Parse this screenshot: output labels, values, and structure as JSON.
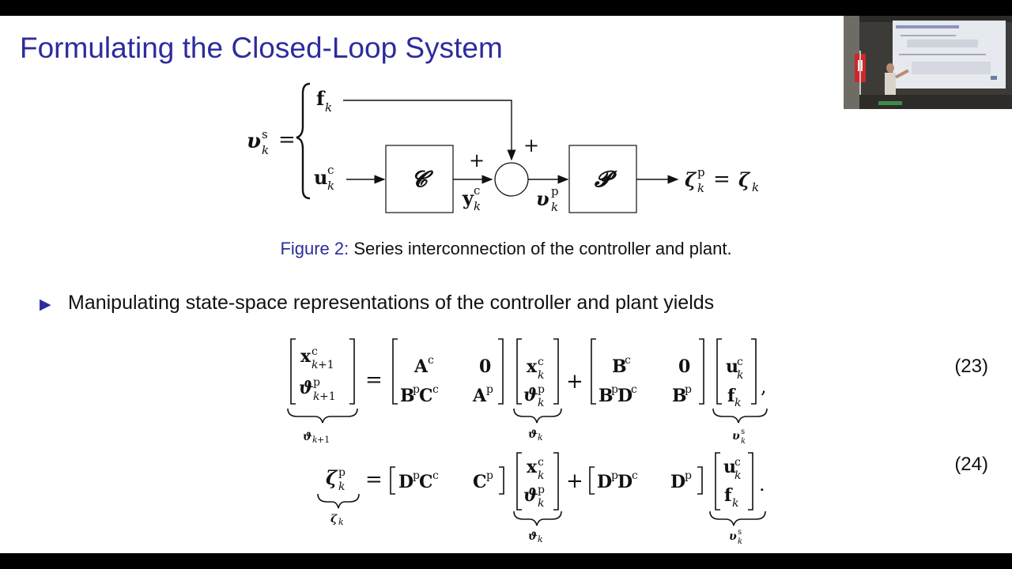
{
  "slide": {
    "title": "Formulating the Closed-Loop System",
    "caption": {
      "label": "Figure 2:",
      "text": " Series interconnection of the controller and plant."
    },
    "bullet": "Manipulating state-space representations of the controller and plant yields",
    "eq_numbers": [
      "(23)",
      "(24)"
    ]
  },
  "diagram": {
    "blocks": {
      "controller": "𝓒",
      "plant": "𝓟"
    },
    "plus_signs": [
      "+",
      "+"
    ]
  },
  "colors": {
    "title": "#2c2c9e",
    "text": "#111111",
    "background": "#ffffff",
    "frame": "#000000"
  }
}
